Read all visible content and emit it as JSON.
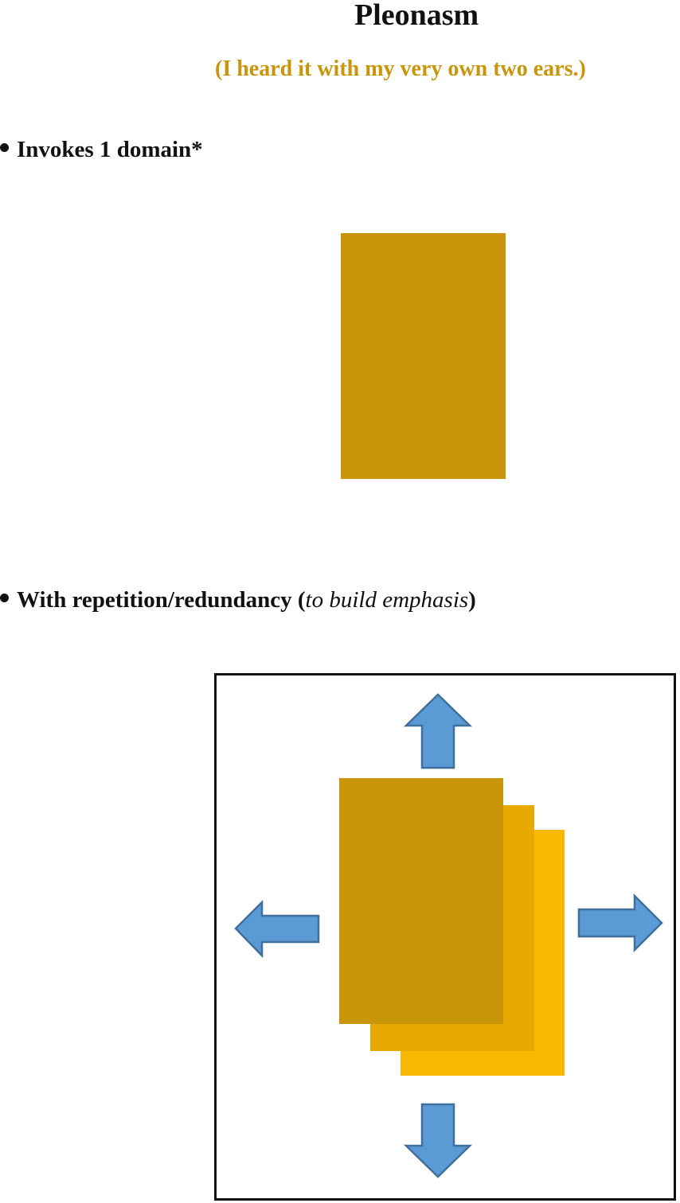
{
  "title": "Pleonasm",
  "subtitle": "(I heard it with my very own two ears.)",
  "bullets": {
    "first": "Invokes 1 domain*",
    "second_prefix": "With repetition/redundancy (",
    "second_italic": "to build emphasis",
    "second_suffix": ")"
  },
  "colors": {
    "domain_primary": "#c9960b",
    "domain_secondary": "#e8aa00",
    "domain_tertiary": "#fbb800",
    "arrow_fill": "#5b9bd5",
    "arrow_stroke": "#3f6f9a",
    "subtitle": "#c9960b"
  },
  "icons": {
    "arrow_up": "arrow-up-icon",
    "arrow_down": "arrow-down-icon",
    "arrow_left": "arrow-left-icon",
    "arrow_right": "arrow-right-icon"
  }
}
